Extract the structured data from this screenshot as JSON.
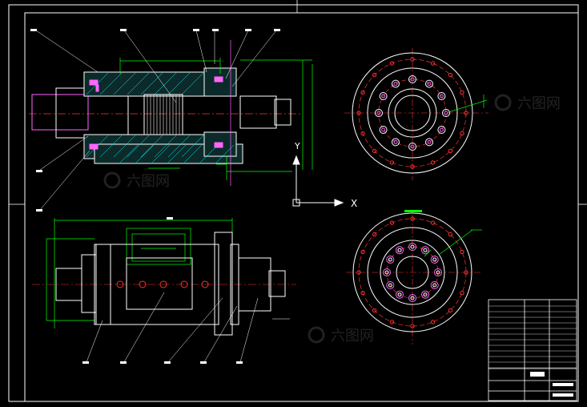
{
  "colors": {
    "background": "#000000",
    "frame": "#ffffff",
    "outline": "#ffffff",
    "dimension": "#00ff00",
    "centerline": "#ff3030",
    "hidden": "#ff3030",
    "bolt": "#ff66ff",
    "hatch": "#00ffff",
    "axis_ucs": "#ffffff",
    "title_block": "#ffffff"
  },
  "drawing": {
    "views": [
      {
        "name": "section-view",
        "kind": "sectional elevation"
      },
      {
        "name": "end-view-top",
        "kind": "end view"
      },
      {
        "name": "outline-view",
        "kind": "front elevation"
      },
      {
        "name": "end-view-bottom",
        "kind": "end view"
      }
    ],
    "ucs": {
      "x_label": "X",
      "y_label": "Y"
    },
    "watermark_text": "六图网",
    "icons": [
      "ucs-axis-icon",
      "watermark-logo-icon"
    ]
  }
}
